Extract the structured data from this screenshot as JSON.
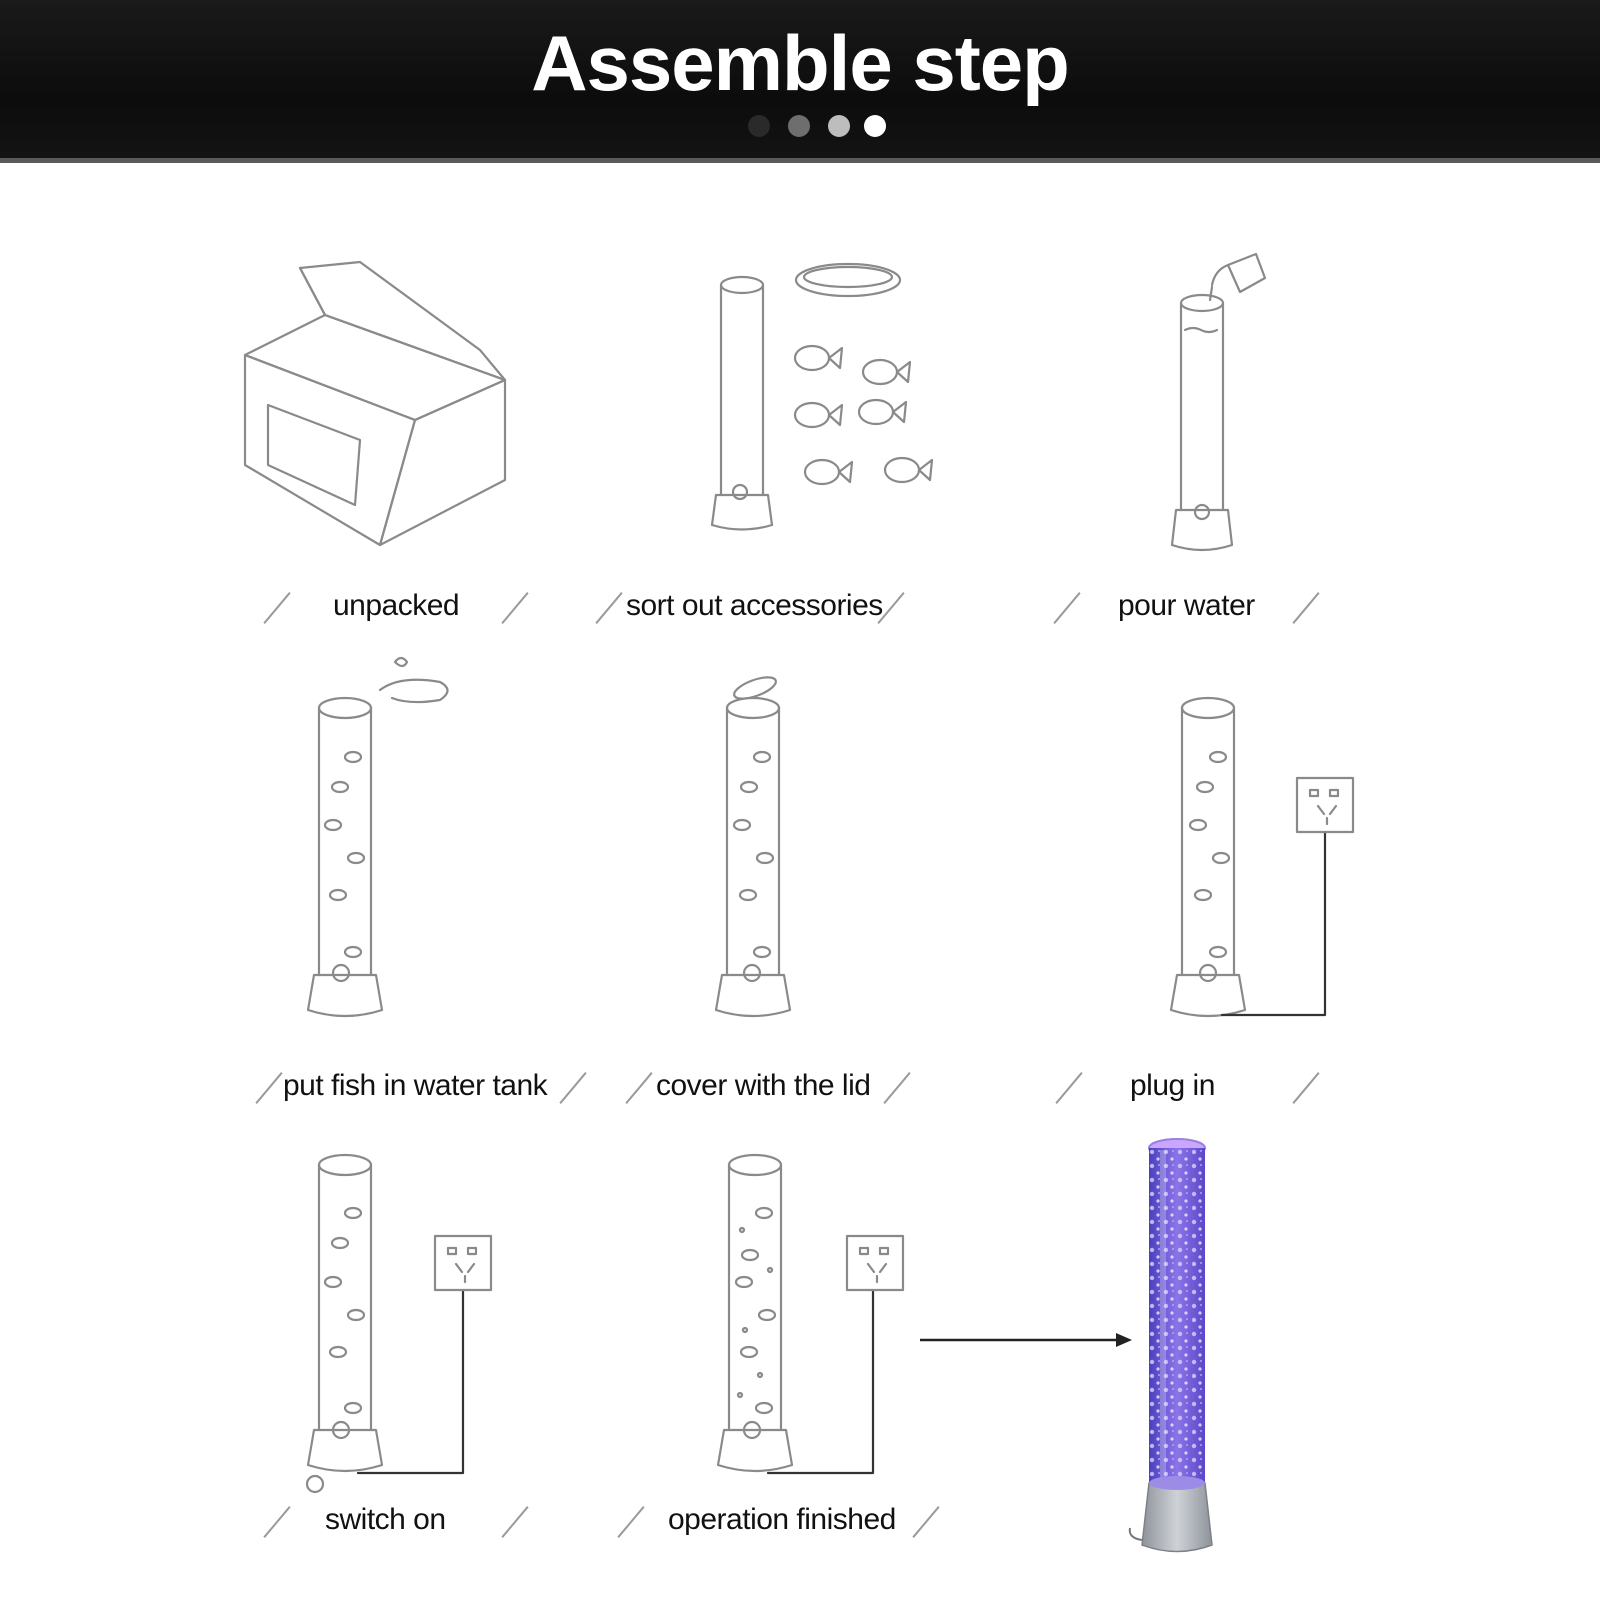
{
  "header": {
    "title": "Assemble step",
    "dot_colors": [
      "#2a2a2a",
      "#6e6e6e",
      "#bdbdbd",
      "#ffffff"
    ]
  },
  "steps": [
    {
      "label": "unpacked"
    },
    {
      "label": "sort out accessories"
    },
    {
      "label": "pour water"
    },
    {
      "label": "put fish in water tank"
    },
    {
      "label": "cover with the lid"
    },
    {
      "label": "plug in"
    },
    {
      "label": "switch on"
    },
    {
      "label": "operation finished"
    }
  ],
  "colors": {
    "line_art": "#8a8a8a",
    "lamp_glow": "#7a4fd8",
    "lamp_base": "#a9adb3"
  }
}
